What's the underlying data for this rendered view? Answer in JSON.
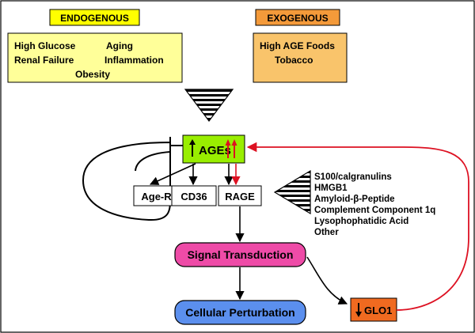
{
  "endogenous": {
    "header": "ENDOGENOUS",
    "factors": [
      "High Glucose",
      "Aging",
      "Renal Failure",
      "Inflammation",
      "Obesity"
    ]
  },
  "exogenous": {
    "header": "EXOGENOUS",
    "factors": [
      "High AGE Foods",
      "Tobacco"
    ]
  },
  "ages_label": "AGEs",
  "receptors": [
    "Age-R",
    "CD36",
    "RAGE"
  ],
  "ligands": [
    "S100/calgranulins",
    "HMGB1",
    "Amyloid-β-Peptide",
    "Complement Component 1q",
    "Lysophophatidic Acid",
    "Other"
  ],
  "signal_label": "Signal Transduction",
  "perturbation_label": "Cellular Perturbation",
  "glo1_label": "GLO1",
  "colors": {
    "yellow_box": "#ffff99",
    "yellow_header": "#ffff00",
    "orange_box": "#f9c46b",
    "orange_header": "#f49a3a",
    "ages_box": "#99ee00",
    "signal_box": "#ee4ba7",
    "perturbation_box": "#5b8fee",
    "glo1_box": "#f06a20",
    "red_arrow": "#dd1122"
  }
}
